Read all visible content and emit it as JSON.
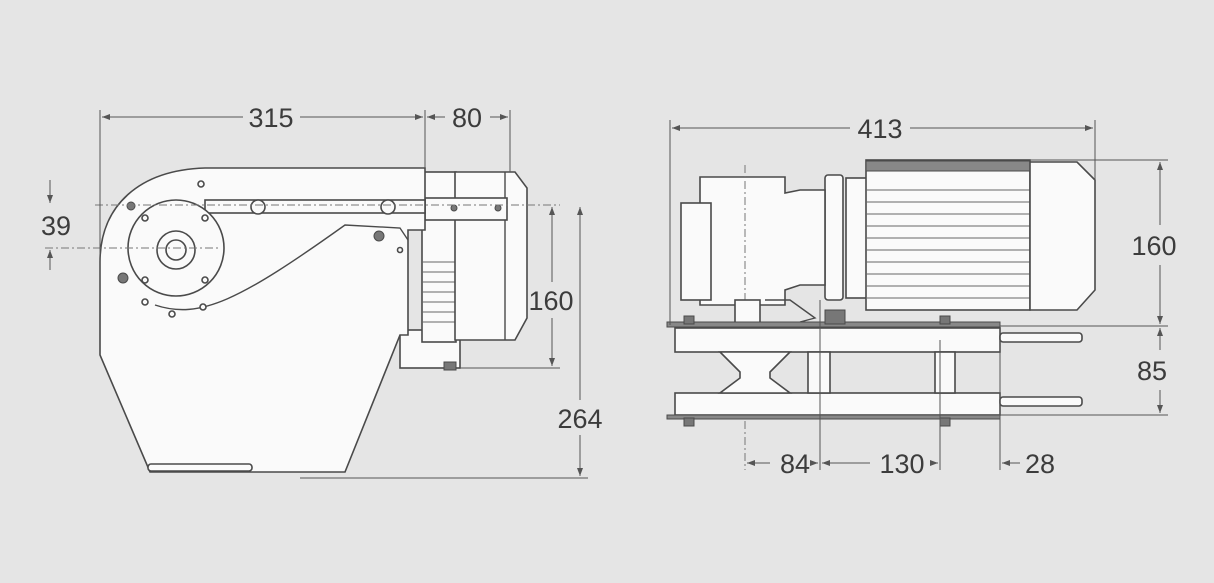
{
  "dimensions": {
    "side_view": {
      "width_body": "315",
      "width_motor": "80",
      "offset": "39",
      "height_motor": "160",
      "height_total": "264"
    },
    "front_view": {
      "width_total": "413",
      "height_motor": "160",
      "height_frame": "85",
      "spacing_a": "84",
      "spacing_b": "130",
      "spacing_c": "28"
    }
  },
  "colors": {
    "background": "#e5e5e5",
    "line": "#4a4a4a",
    "fill": "#fafafa"
  }
}
